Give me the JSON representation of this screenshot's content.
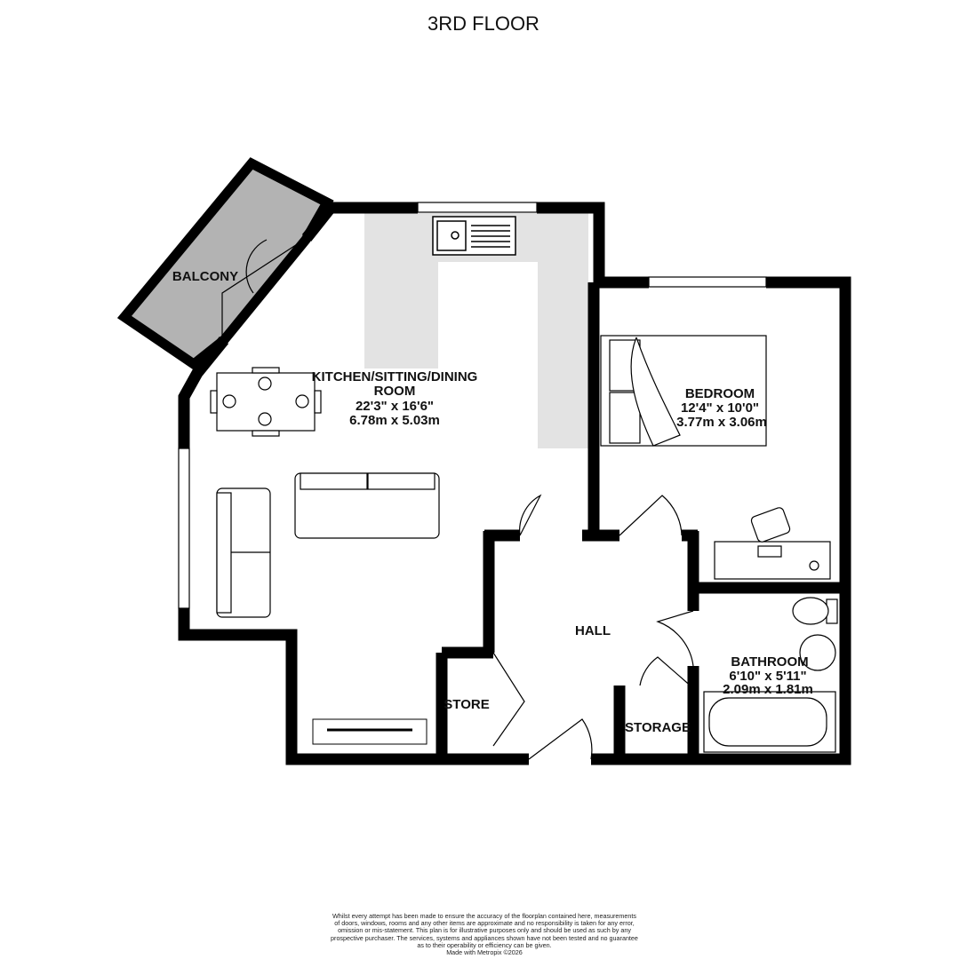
{
  "title": "3RD FLOOR",
  "rooms": {
    "balcony": {
      "name": "BALCONY"
    },
    "kitchen": {
      "name_line1": "KITCHEN/SITTING/DINING",
      "name_line2": "ROOM",
      "imperial": "22'3\"  x 16'6\"",
      "metric": "6.78m  x 5.03m"
    },
    "bedroom": {
      "name": "BEDROOM",
      "imperial": "12'4\"  x 10'0\"",
      "metric": "3.77m  x 3.06m"
    },
    "hall": {
      "name": "HALL"
    },
    "store": {
      "name": "STORE"
    },
    "storage": {
      "name": "STORAGE"
    },
    "bathroom": {
      "name": "BATHROOM",
      "imperial": "6'10\"  x 5'11\"",
      "metric": "2.09m  x 1.81m"
    }
  },
  "disclaimer": [
    "Whilst every attempt has been made to ensure the accuracy of the floorplan contained here, measurements",
    "of doors, windows, rooms and any other items are approximate and no responsibility is taken for any error,",
    "omission or mis-statement. This plan is for illustrative purposes only and should be used as such by any",
    "prospective purchaser. The services, systems and appliances shown have not been tested and no guarantee",
    "as to their operability or efficiency can be given.",
    "Made with Metropix ©2026"
  ],
  "colors": {
    "wall": "#000000",
    "balcony_fill": "#b3b3b3",
    "kitchen_counter": "#e3e3e3"
  }
}
